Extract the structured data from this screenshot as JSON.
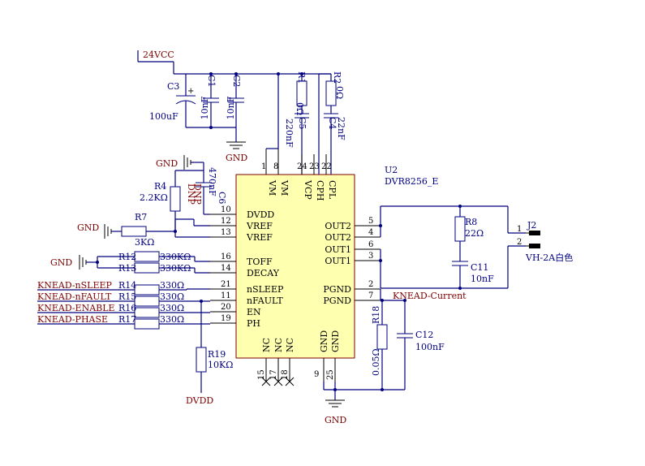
{
  "power": {
    "vcc": "24VCC",
    "gnd": "GND",
    "dvdd": "DVDD"
  },
  "ic": {
    "ref": "U2",
    "part": "DVR8256_E",
    "pins_left": [
      {
        "num": "10",
        "name": "DVDD"
      },
      {
        "num": "12",
        "name": "VREF"
      },
      {
        "num": "13",
        "name": "VREF"
      },
      {
        "num": "16",
        "name": "TOFF"
      },
      {
        "num": "14",
        "name": "DECAY"
      },
      {
        "num": "21",
        "name": "nSLEEP"
      },
      {
        "num": "11",
        "name": "nFAULT"
      },
      {
        "num": "20",
        "name": "EN"
      },
      {
        "num": "19",
        "name": "PH"
      }
    ],
    "pins_right": [
      {
        "num": "5",
        "name": "OUT2"
      },
      {
        "num": "4",
        "name": "OUT2"
      },
      {
        "num": "6",
        "name": "OUT1"
      },
      {
        "num": "3",
        "name": "OUT1"
      },
      {
        "num": "2",
        "name": "PGND"
      },
      {
        "num": "7",
        "name": "PGND"
      }
    ],
    "pins_top": [
      {
        "num": "1",
        "name": "VM"
      },
      {
        "num": "8",
        "name": "VM"
      },
      {
        "num": "24",
        "name": "VCP"
      },
      {
        "num": "23",
        "name": "CPH"
      },
      {
        "num": "22",
        "name": "CPL"
      }
    ],
    "pins_bottom": [
      {
        "num": "15",
        "name": "NC"
      },
      {
        "num": "17",
        "name": "NC"
      },
      {
        "num": "18",
        "name": "NC"
      },
      {
        "num": "9",
        "name": "GND"
      },
      {
        "num": "25",
        "name": "GND"
      }
    ]
  },
  "components": {
    "c3": {
      "ref": "C3",
      "value": "100uF",
      "polarity": "+"
    },
    "c1": {
      "ref": "C1",
      "value": "10nF"
    },
    "c2": {
      "ref": "C2",
      "value": "10nF"
    },
    "r1": {
      "ref": "R1",
      "value": "0Ω"
    },
    "r2": {
      "ref": "R2",
      "value": "0Ω"
    },
    "c5": {
      "ref": "C5",
      "value": "220nF"
    },
    "c4": {
      "ref": "C4",
      "value": "22nF"
    },
    "c6": {
      "ref": "C6",
      "value": "470nF",
      "dnp": "DNP"
    },
    "r4": {
      "ref": "R4",
      "value": "2.2KΩ",
      "dnp": "DNP"
    },
    "r7": {
      "ref": "R7",
      "value": "3KΩ"
    },
    "r12": {
      "ref": "R12",
      "value": "330KΩ"
    },
    "r13": {
      "ref": "R13",
      "value": "330KΩ"
    },
    "r14": {
      "ref": "R14",
      "value": "330Ω"
    },
    "r15": {
      "ref": "R15",
      "value": "330Ω"
    },
    "r16": {
      "ref": "R16",
      "value": "330Ω"
    },
    "r17": {
      "ref": "R17",
      "value": "330Ω"
    },
    "r19": {
      "ref": "R19",
      "value": "10KΩ"
    },
    "r8": {
      "ref": "R8",
      "value": "22Ω"
    },
    "c11": {
      "ref": "C11",
      "value": "10nF"
    },
    "r18": {
      "ref": "R18",
      "value": "0.05Ω"
    },
    "c12": {
      "ref": "C12",
      "value": "100nF"
    },
    "j2": {
      "ref": "J2",
      "part": "VH-2A白色",
      "pin1": "1",
      "pin2": "2"
    }
  },
  "nets": {
    "nsleep": "KNEAD-nSLEEP",
    "nfault": "KNEAD-nFAULT",
    "enable": "KNEAD-ENABLE",
    "phase": "KNEAD-PHASE",
    "current": "KNEAD-Current"
  },
  "colors": {
    "ic_fill": "#ffffb0",
    "ic_border": "#7f0000",
    "wire": "#00007f",
    "net_label": "#7f0000",
    "power_label": "#7f0000"
  }
}
